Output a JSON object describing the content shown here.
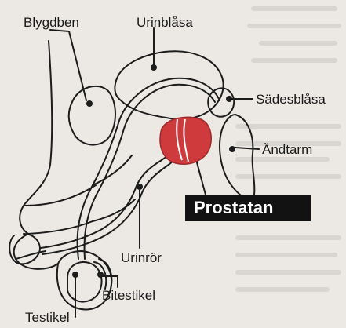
{
  "labels": {
    "blygdben": "Blygdben",
    "urinblasa": "Urinblåsa",
    "sadesblasa": "Sädesblåsa",
    "andtarm": "Ändtarm",
    "prostatan": "Prostatan",
    "urinror": "Urinrör",
    "bitestikel": "Bitestikel",
    "testikel": "Testikel"
  },
  "colors": {
    "background": "#ece9e4",
    "outline": "#1c1c1c",
    "prostate_fill": "#cf3a3c",
    "tag_bg": "#121212",
    "tag_text": "#ffffff"
  }
}
